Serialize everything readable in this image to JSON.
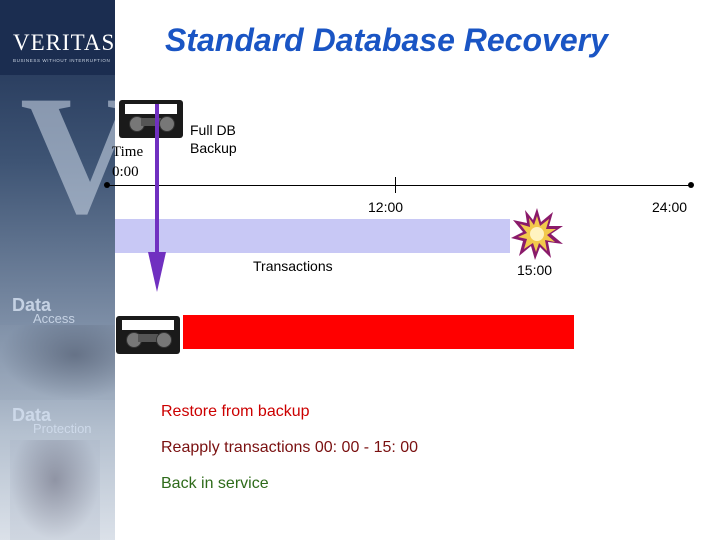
{
  "slide": {
    "title": "Standard Database Recovery"
  },
  "brand": {
    "logo": "VERITAS",
    "tagline": "BUSINESS WITHOUT INTERRUPTION",
    "side_labels": [
      {
        "main": "Data",
        "sub": "Access"
      },
      {
        "main": "Data",
        "sub": "Protection"
      }
    ]
  },
  "timeline": {
    "start_time_label": "Time",
    "start_time_value": "0:00",
    "backup_label_line1": "Full DB",
    "backup_label_line2": "Backup",
    "mid_label": "12:00",
    "end_label": "24:00",
    "transactions_label": "Transactions",
    "failure_time": "15:00"
  },
  "steps": [
    {
      "text": "Restore from backup",
      "color": "#cc0000"
    },
    {
      "text": "Reapply transactions 00: 00 - 15: 00",
      "color": "#7a1010"
    },
    {
      "text": "Back in service",
      "color": "#2e6b1a"
    }
  ],
  "colors": {
    "title": "#1a55c4",
    "transactions_band": "#c8c8f5",
    "restore_bar": "#ff0000",
    "arrow": "#7030c0",
    "explosion": "#f2c94c"
  },
  "icons": [
    "tape-cartridge-icon",
    "explosion-icon"
  ]
}
